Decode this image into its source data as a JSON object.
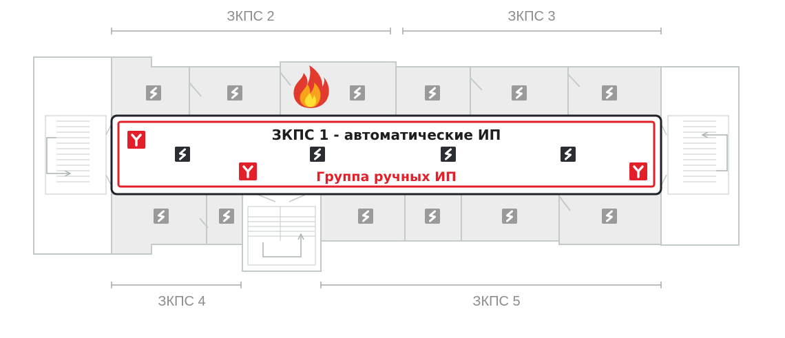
{
  "zones": {
    "zone2": "ЗКПС 2",
    "zone3": "ЗКПС 3",
    "zone4": "ЗКПС 4",
    "zone5": "ЗКПС 5"
  },
  "corridor": {
    "auto_label": "ЗКПС 1 - автоматические ИП",
    "manual_label": "Группа ручных ИП"
  },
  "icons": {
    "smoke_detector": "smoke-detector-icon",
    "manual_call_point": "manual-call-point-icon",
    "fire": "fire-icon"
  },
  "colors": {
    "alarm_red": "#e3202a",
    "corridor_outline": "#1f2329",
    "room_fill": "#ececec",
    "wall": "#c3cbc6",
    "detector_dark": "#2a2d33",
    "detector_grey": "#9a9a9a"
  }
}
